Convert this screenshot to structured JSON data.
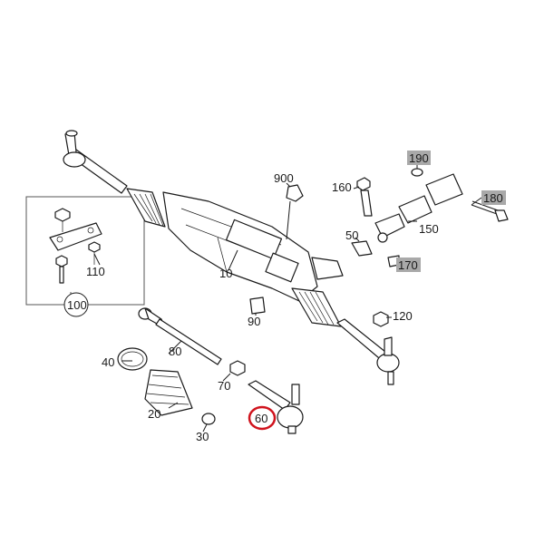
{
  "diagram": {
    "labels": {
      "p10": "10",
      "p20": "20",
      "p30": "30",
      "p40": "40",
      "p50": "50",
      "p60": "60",
      "p70": "70",
      "p80": "80",
      "p90": "90",
      "p100": "100",
      "p110": "110",
      "p120": "120",
      "p150": "150",
      "p160": "160",
      "p170": "170",
      "p180": "180",
      "p190": "190",
      "p900": "900"
    },
    "highlighted_label": "60",
    "shaded_labels": [
      "170",
      "180",
      "190"
    ],
    "colors": {
      "highlight_ring": "#d0141e",
      "shaded_box": "#a9a9a9",
      "line": "#1a1a1a",
      "background": "#ffffff"
    }
  }
}
